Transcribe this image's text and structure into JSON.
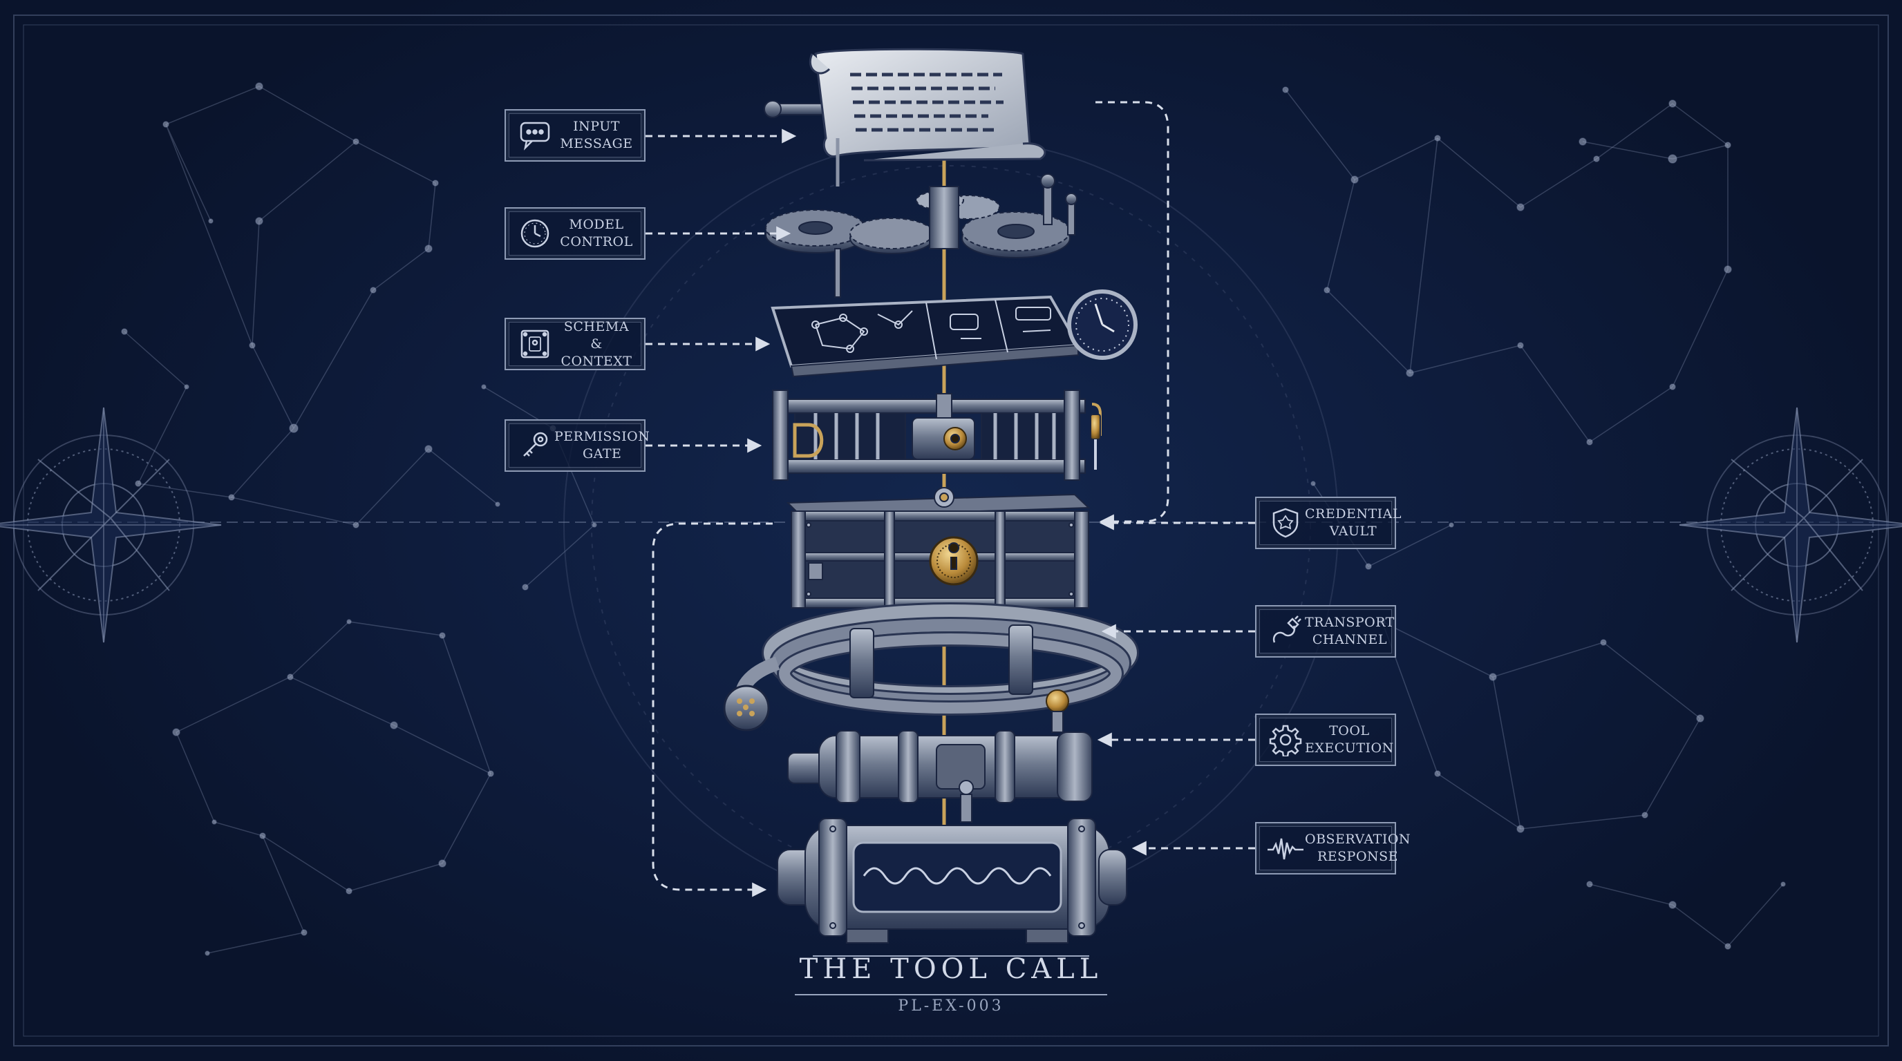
{
  "title": "THE TOOL CALL",
  "subtitle": "PL-EX-003",
  "colors": {
    "background": "#0e1c3c",
    "line": "#c9d1e3",
    "accent_gold": "#c9a35a",
    "metal": "#8a93a6"
  },
  "left_labels": [
    {
      "icon": "chat-bubble-icon",
      "line1": "INPUT",
      "line2": "MESSAGE"
    },
    {
      "icon": "clock-icon",
      "line1": "MODEL",
      "line2": "CONTROL"
    },
    {
      "icon": "schema-icon",
      "line1": "SCHEMA",
      "line2": "& CONTEXT"
    },
    {
      "icon": "key-icon",
      "line1": "PERMISSION",
      "line2": "GATE"
    }
  ],
  "right_labels": [
    {
      "icon": "shield-icon",
      "line1": "CREDENTIAL",
      "line2": "VAULT"
    },
    {
      "icon": "plug-icon",
      "line1": "TRANSPORT",
      "line2": "CHANNEL"
    },
    {
      "icon": "gear-icon",
      "line1": "TOOL",
      "line2": "EXECUTION"
    },
    {
      "icon": "waveform-icon",
      "line1": "OBSERVATION",
      "line2": "RESPONSE"
    }
  ]
}
